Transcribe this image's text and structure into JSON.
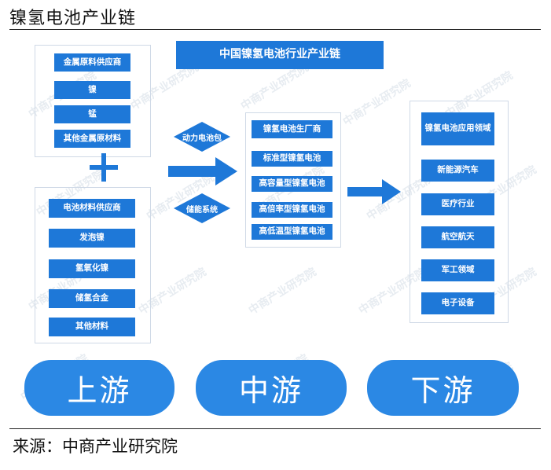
{
  "title": "镍氢电池产业链",
  "header": "中国镍氢电池行业产业链",
  "upstream_metals": {
    "heading": "金属原料供应商",
    "items": [
      "镍",
      "锰",
      "其他金属原材料"
    ]
  },
  "upstream_materials": {
    "heading": "电池材料供应商",
    "items": [
      "发泡镍",
      "氢氧化镍",
      "储氢合金",
      "其他材料"
    ]
  },
  "connectors": [
    "动力电池包",
    "储能系统"
  ],
  "midstream": {
    "heading": "镍氢电池生厂商",
    "items": [
      "标准型镍氢电池",
      "高容量型镍氢电池",
      "高倍率型镍氢电池",
      "高低温型镍氢电池"
    ]
  },
  "downstream": {
    "heading": "镍氢电池应用领域",
    "items": [
      "新能源汽车",
      "医疗行业",
      "航空航天",
      "军工领域",
      "电子设备"
    ]
  },
  "stages": [
    "上游",
    "中游",
    "下游"
  ],
  "watermark": "中商产业研究院",
  "source": "来源：中商产业研究院",
  "colors": {
    "primary": "#1e78d8",
    "stage_pill": "#2b88e4",
    "panel_border": "#cfd9e6"
  }
}
